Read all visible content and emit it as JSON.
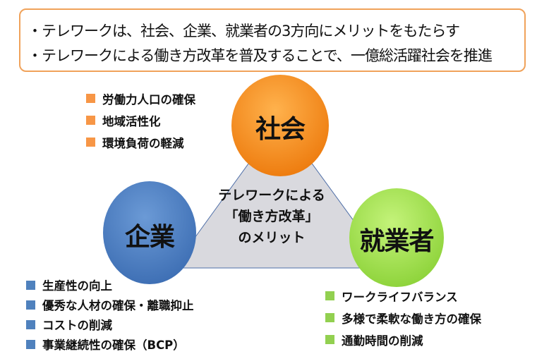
{
  "summary": {
    "lines": [
      "・テレワークは、社会、企業、就業者の3方向にメリットをもたらす",
      "・テレワークによる働き方改革を普及することで、一億総活躍社会を推進"
    ]
  },
  "center": {
    "lines": [
      "テレワークによる",
      "「働き方改革」",
      "のメリット"
    ]
  },
  "society": {
    "label": "社会",
    "color": "#f28a1e",
    "items": [
      "労働力人口の確保",
      "地域活性化",
      "環境負荷の軽減"
    ]
  },
  "company": {
    "label": "企業",
    "color": "#4f81bd",
    "items": [
      "生産性の向上",
      "優秀な人材の確保・離職抑止",
      "コストの削減",
      "事業継続性の確保（BCP）"
    ]
  },
  "worker": {
    "label": "就業者",
    "color": "#92d050",
    "items": [
      "ワークライフバランス",
      "多様で柔軟な働き方の確保",
      "通勤時間の削減"
    ]
  }
}
